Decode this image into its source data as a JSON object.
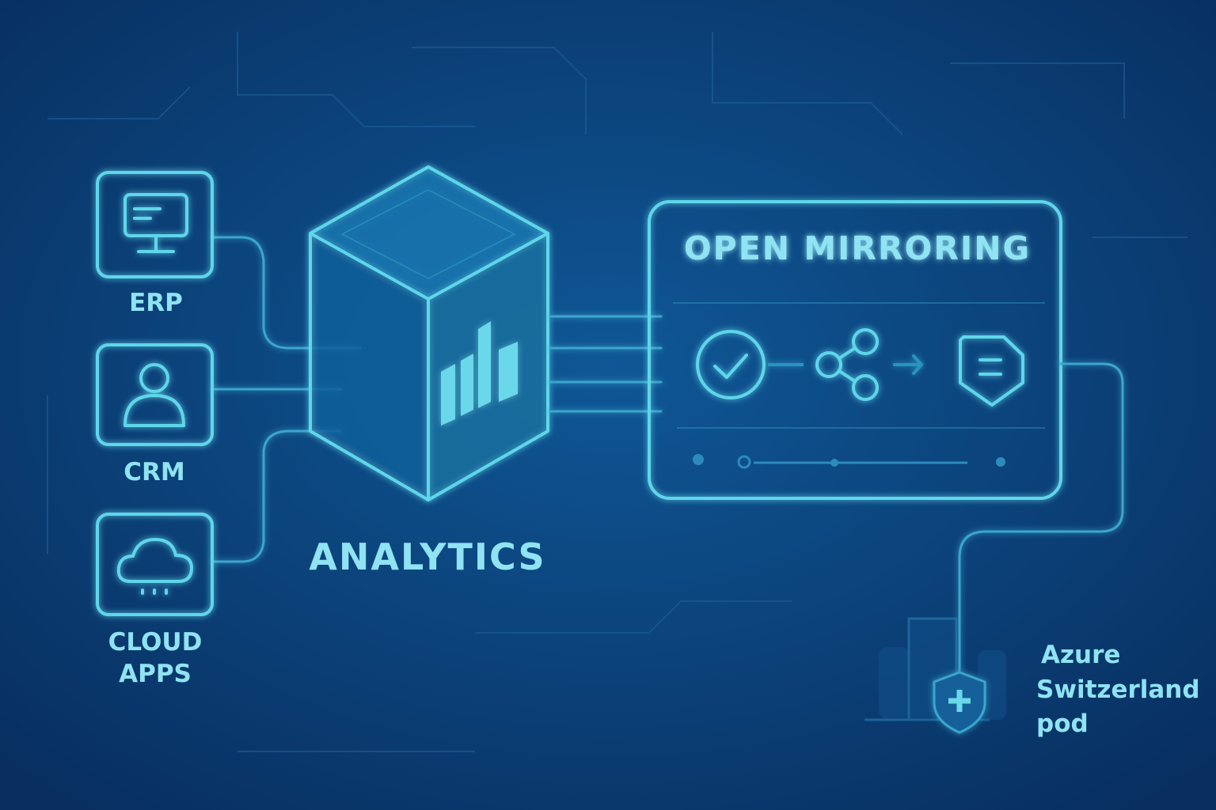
{
  "colors": {
    "background": "#0b3a70",
    "accent": "#5fd6ea",
    "text": "#8fe3f2"
  },
  "sources": [
    {
      "label_lines": [
        "ERP"
      ],
      "icon": "monitor-icon"
    },
    {
      "label_lines": [
        "CRM"
      ],
      "icon": "user-icon"
    },
    {
      "label_lines": [
        "CLOUD",
        "APPS"
      ],
      "icon": "cloud-icon"
    }
  ],
  "hub": {
    "label": "ANALYTICS",
    "icon": "bar-chart-icon"
  },
  "panel": {
    "title": "OPEN MIRRORING",
    "steps": [
      "check-circle-icon",
      "share-icon",
      "arrow-right-icon",
      "document-shield-icon"
    ]
  },
  "destination": {
    "lines": [
      "Azure",
      "Switzerland",
      "pod"
    ],
    "icon": "shield-plus-icon"
  }
}
